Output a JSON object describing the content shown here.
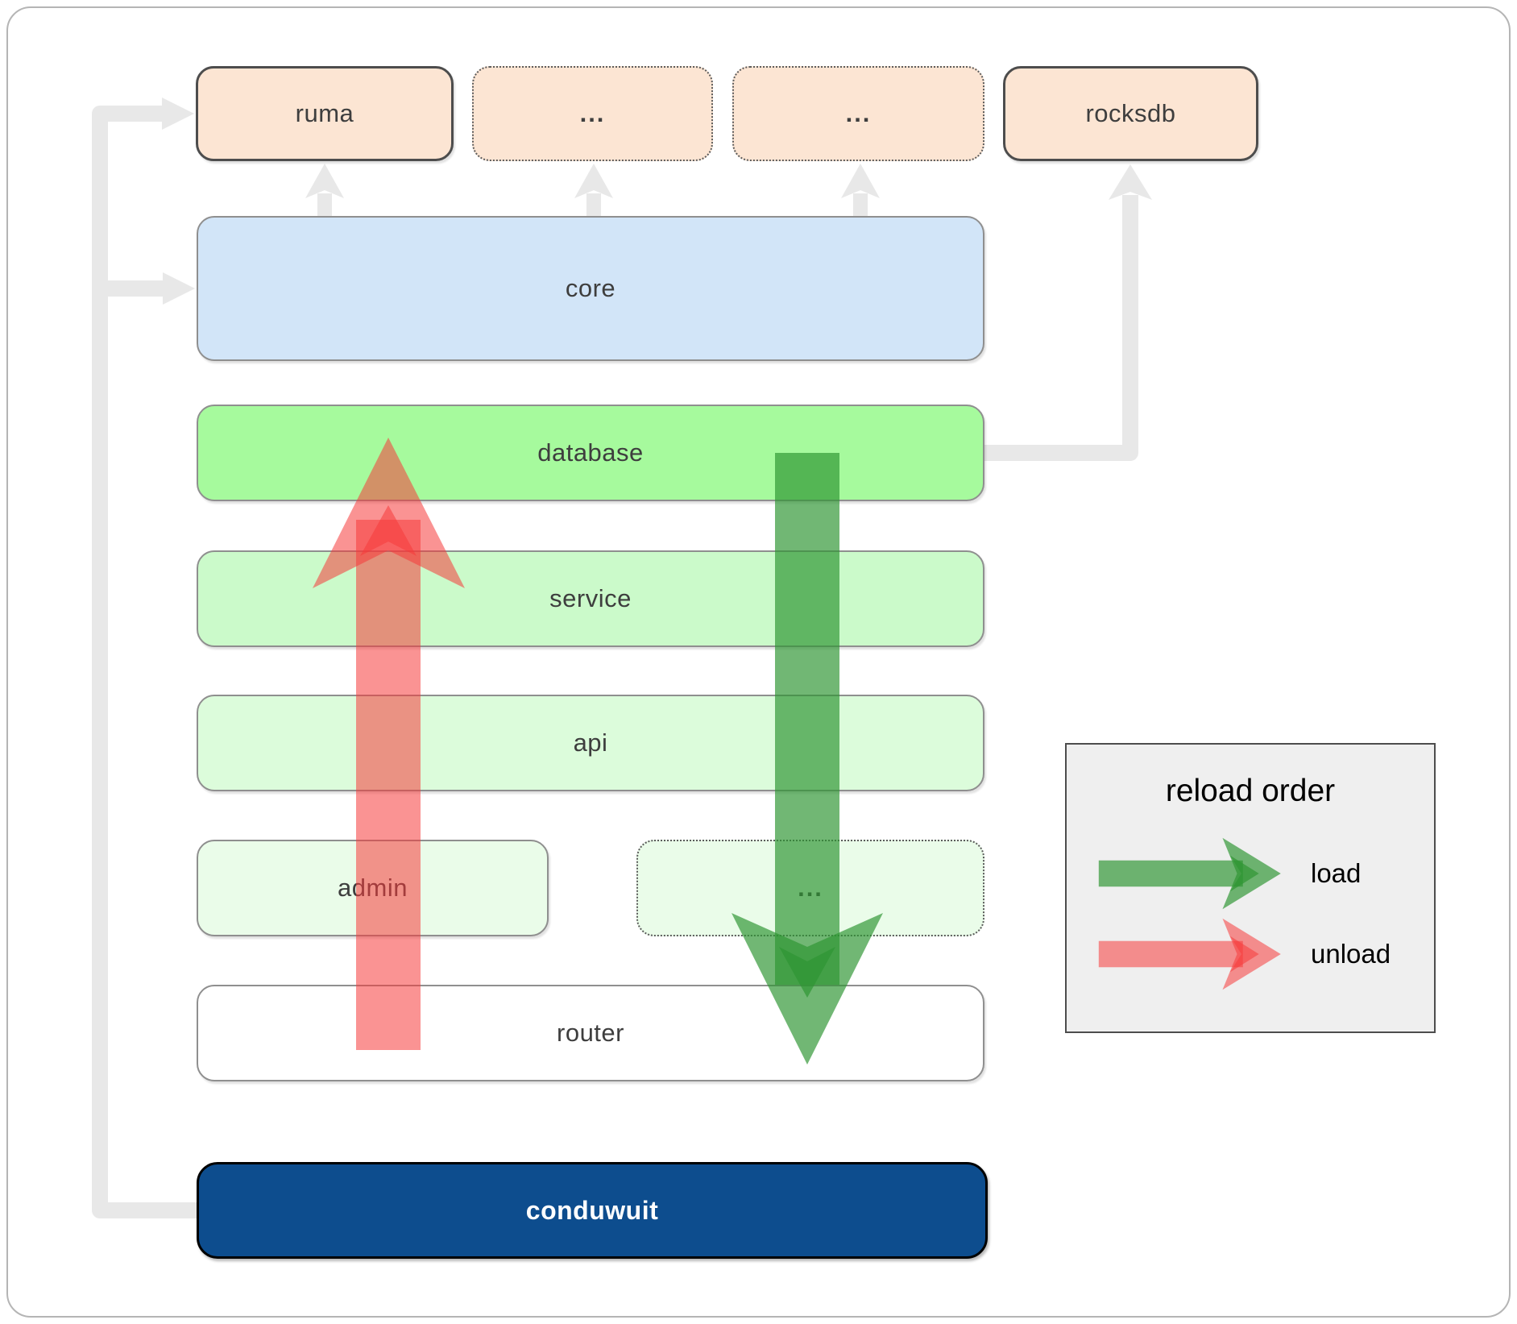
{
  "boxes": {
    "ruma": {
      "label": "ruma"
    },
    "ellipsis1": {
      "label": "..."
    },
    "ellipsis2": {
      "label": "..."
    },
    "rocksdb": {
      "label": "rocksdb"
    },
    "core": {
      "label": "core"
    },
    "database": {
      "label": "database"
    },
    "service": {
      "label": "service"
    },
    "api": {
      "label": "api"
    },
    "admin": {
      "label": "admin"
    },
    "ellipsis3": {
      "label": "..."
    },
    "router": {
      "label": "router"
    },
    "conduwuit": {
      "label": "conduwuit"
    }
  },
  "legend": {
    "title": "reload order",
    "items": [
      {
        "label": "load",
        "color": "#2e9532"
      },
      {
        "label": "unload",
        "color": "#f63b3b"
      }
    ]
  },
  "colors": {
    "peach": "#fce5d3",
    "core_blue": "#d2e5f8",
    "database_green": "#a6fa9d",
    "service_green": "#cbfaca",
    "api_green": "#dcfcdb",
    "admin_green": "#eafce9",
    "router_white": "#ffffff",
    "conduwuit_blue": "#0d4d8e",
    "legend_bg": "#efefef",
    "connector_gray": "#e8e8e8",
    "load_green": "#2e9532",
    "unload_red": "#f63b3b"
  }
}
